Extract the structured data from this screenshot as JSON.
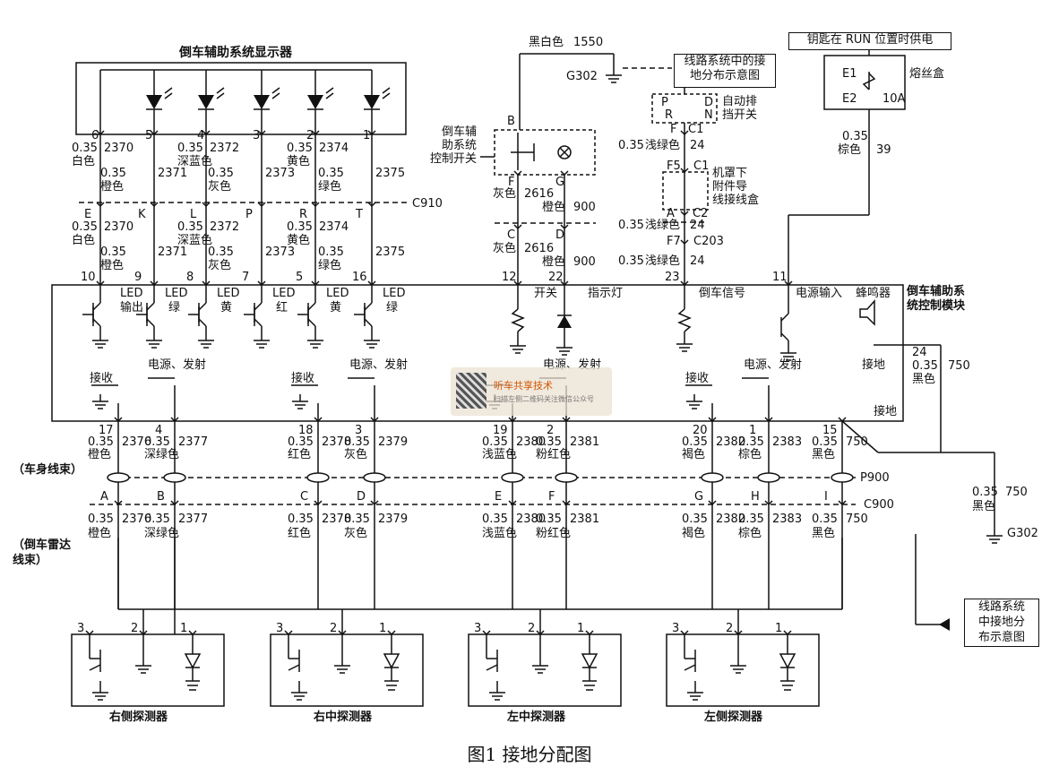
{
  "display_title": "倒车辅助系统显示器",
  "module_title": [
    "倒车辅助系",
    "统控制模块"
  ],
  "caption": "图1  接地分配图",
  "display_pins": [
    {
      "pin": "6",
      "gauge": "0.35",
      "circuit": "2370",
      "color": "白色"
    },
    {
      "pin": "5",
      "gauge": "0.35",
      "circuit": "2371",
      "color": "橙色"
    },
    {
      "pin": "4",
      "gauge": "0.35",
      "circuit": "2372",
      "color": "深蓝色"
    },
    {
      "pin": "3",
      "gauge": "0.35",
      "circuit": "2373",
      "color": "灰色"
    },
    {
      "pin": "2",
      "gauge": "0.35",
      "circuit": "2374",
      "color": "黄色"
    },
    {
      "pin": "1",
      "gauge": "0.35",
      "circuit": "2375",
      "color": "绿色"
    }
  ],
  "c910_letters": [
    "E",
    "K",
    "L",
    "P",
    "R",
    "T"
  ],
  "connector_c910": "C910",
  "module_top_pins": [
    "10",
    "9",
    "8",
    "7",
    "5",
    "16"
  ],
  "led_labels": [
    "LED",
    "输出",
    "LED",
    "绿",
    "LED",
    "黄",
    "LED",
    "红",
    "LED",
    "黄",
    "LED",
    "绿"
  ],
  "switch": {
    "title": "倒车辅\n助系统\n控制开关",
    "pin_b": "B",
    "pin_f": "F",
    "pin_g": "G",
    "pin_c": "C",
    "pin_d": "D"
  },
  "switch_wires": {
    "top": {
      "color": "黑白色",
      "circuit": "1550"
    },
    "f": {
      "color": "灰色",
      "circuit": "2616"
    },
    "g": {
      "color": "橙色",
      "circuit": "900"
    },
    "c": {
      "color": "灰色",
      "circuit": "2616"
    },
    "d": {
      "color": "橙色",
      "circuit": "900"
    },
    "module_pins": [
      "12",
      "22"
    ]
  },
  "ground_g302": "G302",
  "ground_box_label": "线路系统中的接\n地分布示意图",
  "trans_switch": {
    "label": "自动排\n挡开关",
    "p": "P",
    "r": "R",
    "n": "N",
    "d": "D",
    "f": "F",
    "c1": "C1"
  },
  "junction_box": {
    "label": "机罩下\n附件导\n线接线盒",
    "f5": "F5",
    "c1": "C1",
    "a": "A",
    "c2": "C2",
    "f7": "F7",
    "c203": "C203"
  },
  "reverse_wire": {
    "gauge": "0.35",
    "color": "浅绿色",
    "circuit": "24",
    "pin": "23"
  },
  "power_label": "钥匙在 RUN 位置时供电",
  "fuse": {
    "label": "熔丝盒",
    "e1": "E1",
    "e2": "E2",
    "rating": "10A"
  },
  "power_wire": {
    "gauge": "0.35",
    "color": "棕色",
    "circuit": "39",
    "pin": "11"
  },
  "module_labels": {
    "switch": "开关",
    "indicator": "指示灯",
    "reverse": "倒车信号",
    "power_in": "电源输入",
    "buzzer": "蜂鸣器",
    "ground": "接地",
    "receive": "接收",
    "power_tx": "电源、发射"
  },
  "module_ground_wire": {
    "pin": "24",
    "gauge": "0.35",
    "circuit": "750",
    "color": "黑色"
  },
  "ground_wire2": {
    "gauge": "0.35",
    "circuit": "750",
    "color": "黑色"
  },
  "bottom_pins": [
    {
      "pin": "17",
      "gauge": "0.35",
      "circuit": "2376",
      "color": "橙色",
      "letter": "A"
    },
    {
      "pin": "4",
      "gauge": "0.35",
      "circuit": "2377",
      "color": "深绿色",
      "letter": "B"
    },
    {
      "pin": "18",
      "gauge": "0.35",
      "circuit": "2378",
      "color": "红色",
      "letter": "C"
    },
    {
      "pin": "3",
      "gauge": "0.35",
      "circuit": "2379",
      "color": "灰色",
      "letter": "D"
    },
    {
      "pin": "19",
      "gauge": "0.35",
      "circuit": "2380",
      "color": "浅蓝色",
      "letter": "E"
    },
    {
      "pin": "2",
      "gauge": "0.35",
      "circuit": "2381",
      "color": "粉红色",
      "letter": "F"
    },
    {
      "pin": "20",
      "gauge": "0.35",
      "circuit": "2382",
      "color": "褐色",
      "letter": "G"
    },
    {
      "pin": "1",
      "gauge": "0.35",
      "circuit": "2383",
      "color": "棕色",
      "letter": "H"
    },
    {
      "pin": "15",
      "gauge": "0.35",
      "circuit": "750",
      "color": "黑色",
      "letter": "I"
    }
  ],
  "p900": "P900",
  "c900": "C900",
  "harness_body": "（车身线束）",
  "harness_radar": "（倒车雷达\n线束）",
  "sensors": [
    "右侧探测器",
    "右中探测器",
    "左中探测器",
    "左侧探测器"
  ],
  "sensor_pins": [
    "3",
    "2",
    "1"
  ],
  "ground_box2": "线路系统\n中接地分\n布示意图",
  "watermark": {
    "title": "听车共享技术",
    "sub": "扫描左侧二维码关注微信公众号"
  }
}
